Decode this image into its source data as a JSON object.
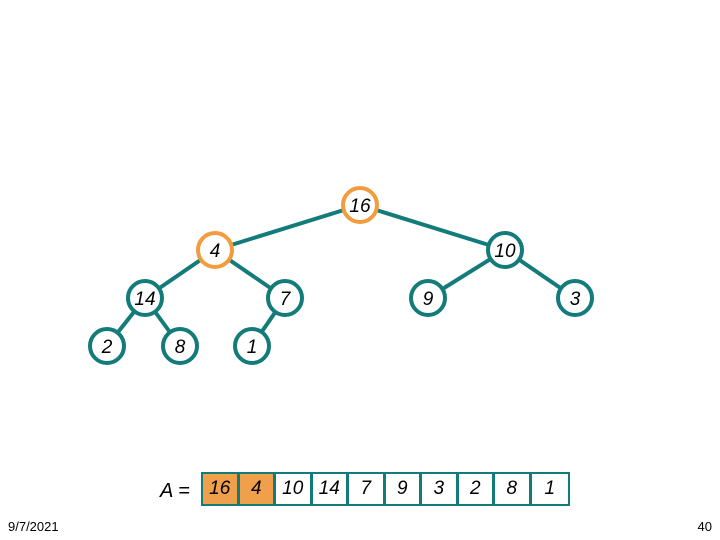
{
  "colors": {
    "teal": "#137b7a",
    "orange": "#f39c3d",
    "highlight": "#f0a04b"
  },
  "tree": {
    "nodes": [
      {
        "id": "n1",
        "label": "16",
        "highlight": true
      },
      {
        "id": "n2",
        "label": "4",
        "highlight": true
      },
      {
        "id": "n3",
        "label": "10",
        "highlight": false
      },
      {
        "id": "n4",
        "label": "14",
        "highlight": false
      },
      {
        "id": "n5",
        "label": "7",
        "highlight": false
      },
      {
        "id": "n6",
        "label": "9",
        "highlight": false
      },
      {
        "id": "n7",
        "label": "3",
        "highlight": false
      },
      {
        "id": "n8",
        "label": "2",
        "highlight": false
      },
      {
        "id": "n9",
        "label": "8",
        "highlight": false
      },
      {
        "id": "n10",
        "label": "1",
        "highlight": false
      }
    ],
    "edges": [
      [
        "n1",
        "n2"
      ],
      [
        "n1",
        "n3"
      ],
      [
        "n2",
        "n4"
      ],
      [
        "n2",
        "n5"
      ],
      [
        "n3",
        "n6"
      ],
      [
        "n3",
        "n7"
      ],
      [
        "n4",
        "n8"
      ],
      [
        "n4",
        "n9"
      ],
      [
        "n5",
        "n10"
      ]
    ]
  },
  "array": {
    "label": "A =",
    "cells": [
      {
        "value": "16",
        "highlight": true
      },
      {
        "value": "4",
        "highlight": true
      },
      {
        "value": "10",
        "highlight": false
      },
      {
        "value": "14",
        "highlight": false
      },
      {
        "value": "7",
        "highlight": false
      },
      {
        "value": "9",
        "highlight": false
      },
      {
        "value": "3",
        "highlight": false
      },
      {
        "value": "2",
        "highlight": false
      },
      {
        "value": "8",
        "highlight": false
      },
      {
        "value": "1",
        "highlight": false
      }
    ]
  },
  "footer": {
    "date": "9/7/2021",
    "page": "40"
  }
}
